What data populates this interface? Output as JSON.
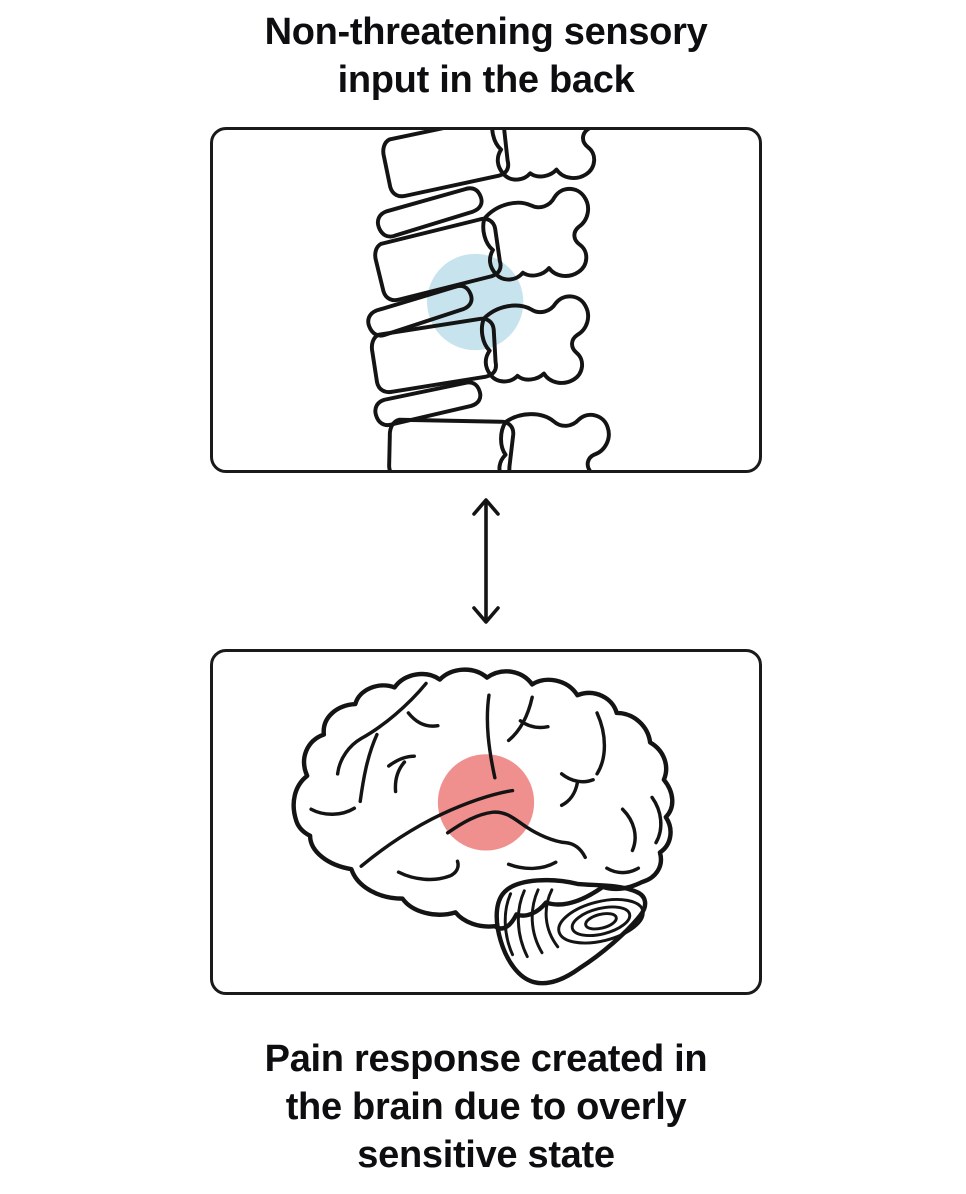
{
  "title": {
    "lines": [
      "Non-threatening sensory",
      "input in the back"
    ]
  },
  "caption": {
    "lines": [
      "Pain response created in",
      "the brain due to overly",
      "sensitive state"
    ]
  },
  "panels": {
    "spine": {
      "illustration": "lumbar-spine-side-view",
      "highlight_color": "#c6e3ee"
    },
    "brain": {
      "illustration": "brain-side-view",
      "highlight_color": "#f0908e"
    }
  },
  "arrow": {
    "direction": "vertical-double-headed",
    "color": "#141414"
  },
  "colors": {
    "background": "#ffffff",
    "line": "#141414",
    "panel_border": "#1a1a1a",
    "text": "#0e0e10"
  }
}
